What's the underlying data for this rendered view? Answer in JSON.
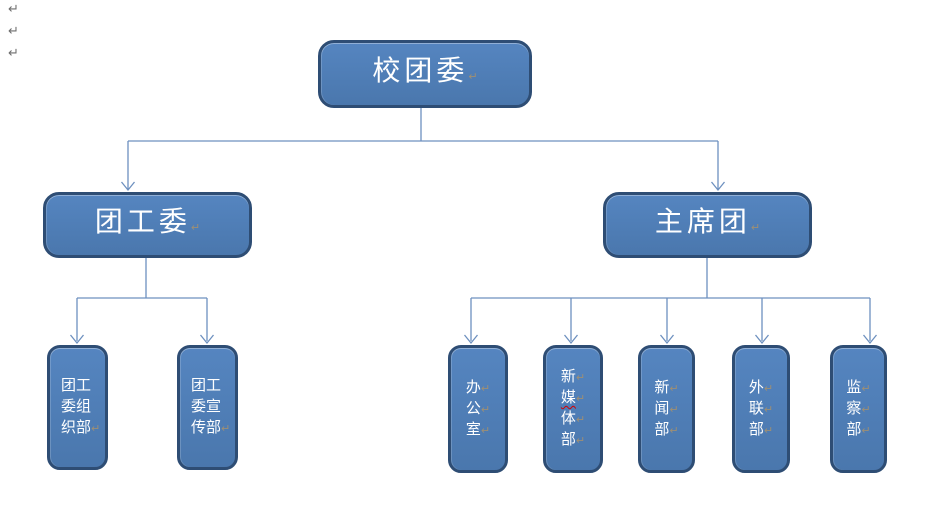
{
  "document": {
    "type": "word-document-org-chart",
    "paragraph_marks_top_left": [
      "↵",
      "↵",
      "↵"
    ]
  },
  "glyphs": {
    "pilcrow": "↵"
  },
  "colors": {
    "page_bg": "#ffffff",
    "node_fill_top": "#5585c0",
    "node_fill_bottom": "#4a77ad",
    "node_border": "#2e4d74",
    "node_text": "#ffffff",
    "connector": "#6d90bf",
    "pmark": "#9e8f74",
    "doc_mark": "#6e6e6e",
    "squiggle": "#d40000"
  },
  "nodes": {
    "root": {
      "label": "校团委"
    },
    "leagueWork": {
      "label": "团工委"
    },
    "presidium": {
      "label": "主席团"
    },
    "orgDept": {
      "label": "团工委组织部",
      "lines": [
        "团工",
        "委组",
        "织部"
      ]
    },
    "publicityDept": {
      "label": "团工委宣传部",
      "lines": [
        "团工",
        "委宣",
        "传部"
      ]
    },
    "office": {
      "label": "办公室",
      "lines": [
        "办",
        "公",
        "室"
      ]
    },
    "newMediaDept": {
      "label": "新媒体部",
      "lines": [
        "新",
        "媒",
        "体",
        "部"
      ]
    },
    "newsDept": {
      "label": "新闻部",
      "lines": [
        "新",
        "闻",
        "部"
      ]
    },
    "outreachDept": {
      "label": "外联部",
      "lines": [
        "外",
        "联",
        "部"
      ]
    },
    "supervisionDept": {
      "label": "监察部",
      "lines": [
        "监",
        "察",
        "部"
      ]
    }
  },
  "hierarchy": {
    "校团委": {
      "团工委": [
        "团工委组织部",
        "团工委宣传部"
      ],
      "主席团": [
        "办公室",
        "新媒体部",
        "新闻部",
        "外联部",
        "监察部"
      ]
    }
  }
}
